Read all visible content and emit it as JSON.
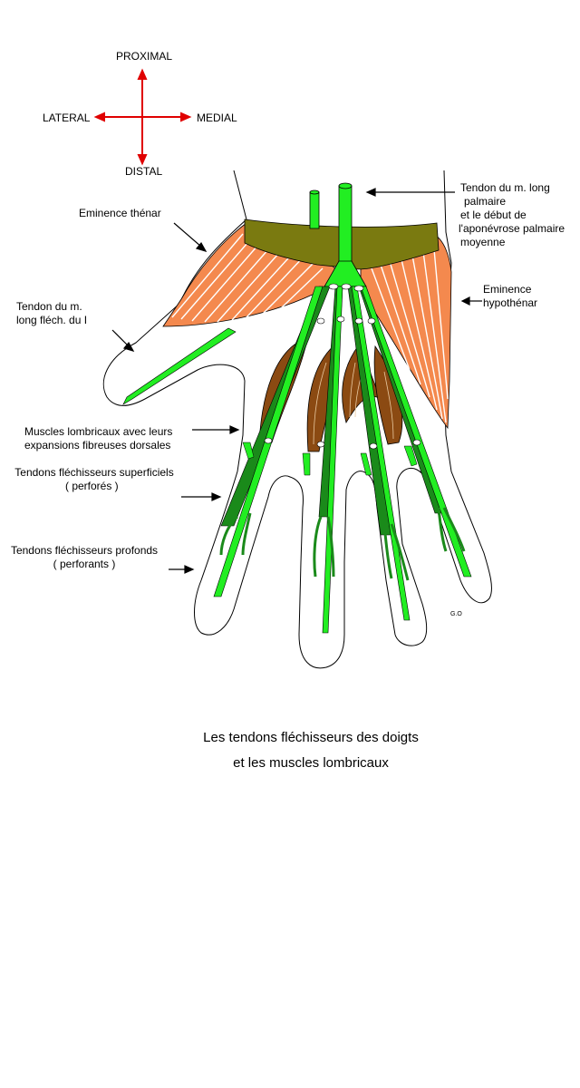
{
  "compass": {
    "proximal": "PROXIMAL",
    "distal": "DISTAL",
    "lateral": "LATERAL",
    "medial": "MEDIAL",
    "arrow_color": "#e00000"
  },
  "labels": {
    "tendon_long_palmaire": [
      "Tendon du m. long",
      "palmaire",
      "et le début de",
      "l'aponévrose palmaire",
      "moyenne"
    ],
    "eminence_thenar": "Eminence thénar",
    "eminence_hypothenar": [
      "Eminence",
      "hypothénar"
    ],
    "tendon_long_flech": [
      "Tendon du m.",
      "long fléch. du I"
    ],
    "lombricaux": [
      "Muscles lombricaux avec leurs",
      "expansions fibreuses dorsales"
    ],
    "superficiels": [
      "Tendons fléchisseurs superficiels",
      "( perforés )"
    ],
    "profonds": [
      "Tendons fléchisseurs profonds",
      "( perforants )"
    ]
  },
  "signature": "G.O",
  "caption": {
    "line1": "Les tendons fléchisseurs des doigts",
    "line2": "et les muscles lombricaux"
  },
  "colors": {
    "tendon_light": "#22ee22",
    "tendon_dark": "#1a8a1a",
    "muscle_orange": "#f4894e",
    "retinaculum": "#7a7a10",
    "lumbrical_brown": "#8b4a12"
  }
}
